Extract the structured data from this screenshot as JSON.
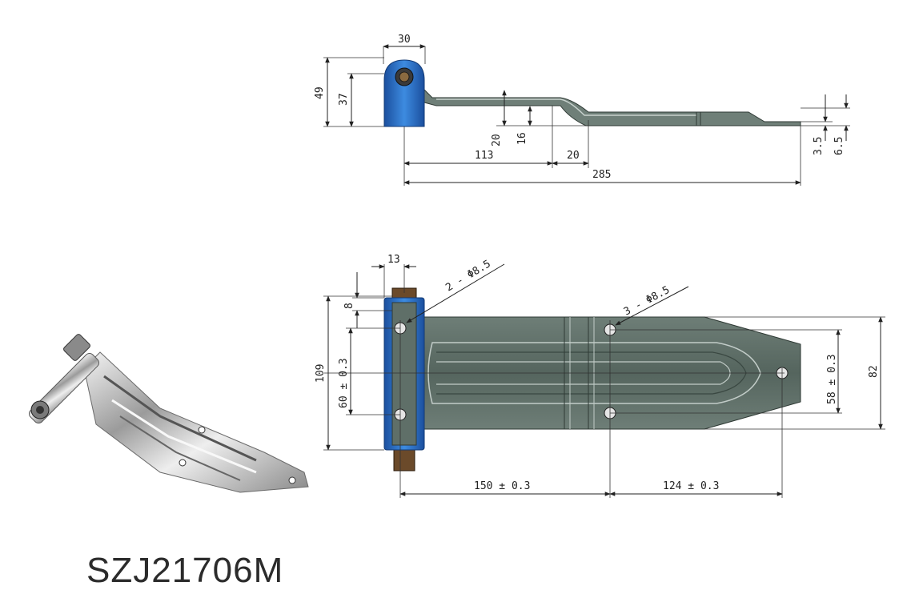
{
  "model_code": "SZJ21706M",
  "side_view": {
    "dims": {
      "d30": "30",
      "d49": "49",
      "d37": "37",
      "d20a": "20",
      "d16": "16",
      "d113": "113",
      "d20b": "20",
      "d285": "285",
      "d35": "3.5",
      "d65": "6.5"
    }
  },
  "top_view": {
    "dims": {
      "d13": "13",
      "d8": "8",
      "d109": "109",
      "d60": "60 ± 0.3",
      "d150": "150 ± 0.3",
      "d124": "124 ± 0.3",
      "d58": "58 ± 0.3",
      "d82": "82",
      "holes2": "2 - Φ8.5",
      "holes3": "3 - Φ8.5"
    }
  },
  "colors": {
    "steel": "#5f6f68",
    "steel_light": "#a9b5b0",
    "knuckle_blue": "#1d5fb8",
    "bolt_brown": "#6b4a2a"
  }
}
